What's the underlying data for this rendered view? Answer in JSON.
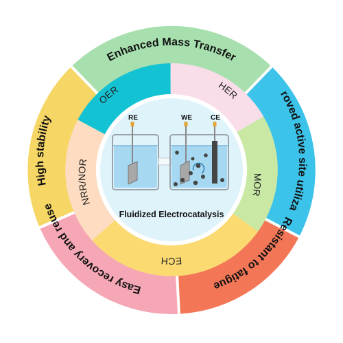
{
  "outer_ring": [
    {
      "id": "mass",
      "label": "Enhanced Mass Transfer",
      "color": "#a7dfae"
    },
    {
      "id": "active",
      "label": "Improved active site utilization",
      "color": "#3cc3ea"
    },
    {
      "id": "fatigue",
      "label": "Resistant to fatigue",
      "color": "#f37757"
    },
    {
      "id": "recovery",
      "label": "Easy recovery and reuse",
      "color": "#f6a7b6"
    },
    {
      "id": "stability",
      "label": "High stability",
      "color": "#f6d665"
    }
  ],
  "inner_ring": [
    {
      "id": "oer",
      "label": "OER",
      "color": "#13c3d3"
    },
    {
      "id": "her",
      "label": "HER",
      "color": "#f9dde9"
    },
    {
      "id": "mor",
      "label": "MOR",
      "color": "#c9e8a4"
    },
    {
      "id": "ech",
      "label": "ECH",
      "color": "#fbda72"
    },
    {
      "id": "nrr",
      "label": "NRR/NOR",
      "color": "#fddcc1"
    }
  ],
  "center": {
    "title": "Fluidized Electrocatalysis",
    "electrodes": {
      "re": "RE",
      "we": "WE",
      "ce": "CE"
    }
  },
  "colors": {
    "center_fill": "#dff3fb",
    "liquid": "#9cd2ee",
    "electrode_dark": "#444444"
  }
}
